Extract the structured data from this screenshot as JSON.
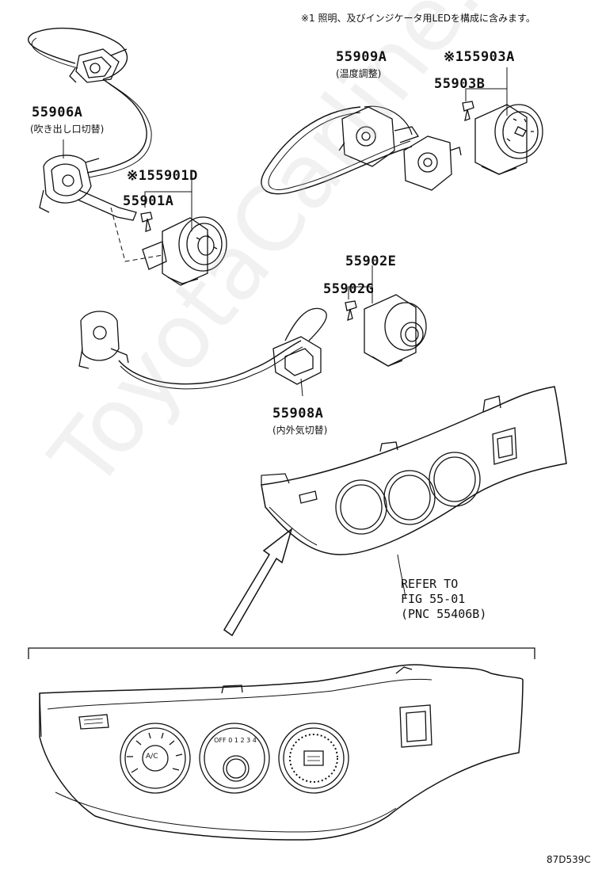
{
  "header_note": "※1 照明、及びインジケータ用LEDを構成に含みます。",
  "watermark": "ToyotaCarline.ru",
  "parts": {
    "p55906A": {
      "number": "55906A",
      "desc": "(吹き出し口切替)"
    },
    "p55901D": {
      "number": "※155901D"
    },
    "p55901A": {
      "number": "55901A"
    },
    "p55909A": {
      "number": "55909A",
      "desc": "(温度調整)"
    },
    "p55903A": {
      "number": "※155903A"
    },
    "p55903B": {
      "number": "55903B"
    },
    "p55902E": {
      "number": "55902E"
    },
    "p55902G": {
      "number": "55902G"
    },
    "p55908A": {
      "number": "55908A",
      "desc": "(内外気切替)"
    }
  },
  "reference": {
    "line1": "REFER TO",
    "line2": "FIG 55-01",
    "line3": "(PNC 55406B)"
  },
  "diagram_code": "87D539C",
  "panel": {
    "ac_label": "A/C",
    "fan_marks": "OFF 0 1 2 3 4"
  }
}
